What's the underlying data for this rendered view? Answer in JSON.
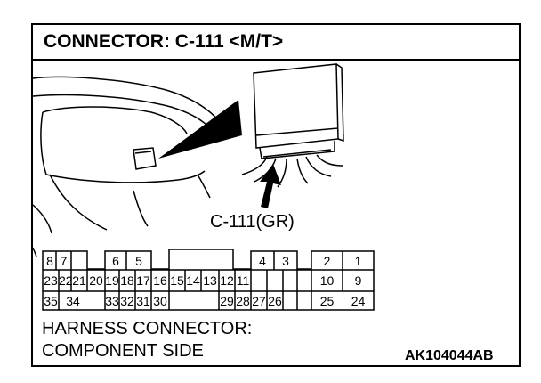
{
  "title": "CONNECTOR: C-111 <M/T>",
  "connector_label": "C-111(GR)",
  "caption_line1": "HARNESS CONNECTOR:",
  "caption_line2": "COMPONENT SIDE",
  "figure_code": "AK104044AB",
  "pins": {
    "row1": [
      "8",
      "7",
      "6",
      "5",
      "4",
      "3",
      "2",
      "1"
    ],
    "row2": [
      "23",
      "22",
      "21",
      "20",
      "19",
      "18",
      "17",
      "16",
      "15",
      "14",
      "13",
      "12",
      "11",
      "10",
      "9"
    ],
    "row3": [
      "35",
      "34",
      "33",
      "32",
      "31",
      "30",
      "29",
      "28",
      "27",
      "26",
      "25",
      "24"
    ]
  }
}
